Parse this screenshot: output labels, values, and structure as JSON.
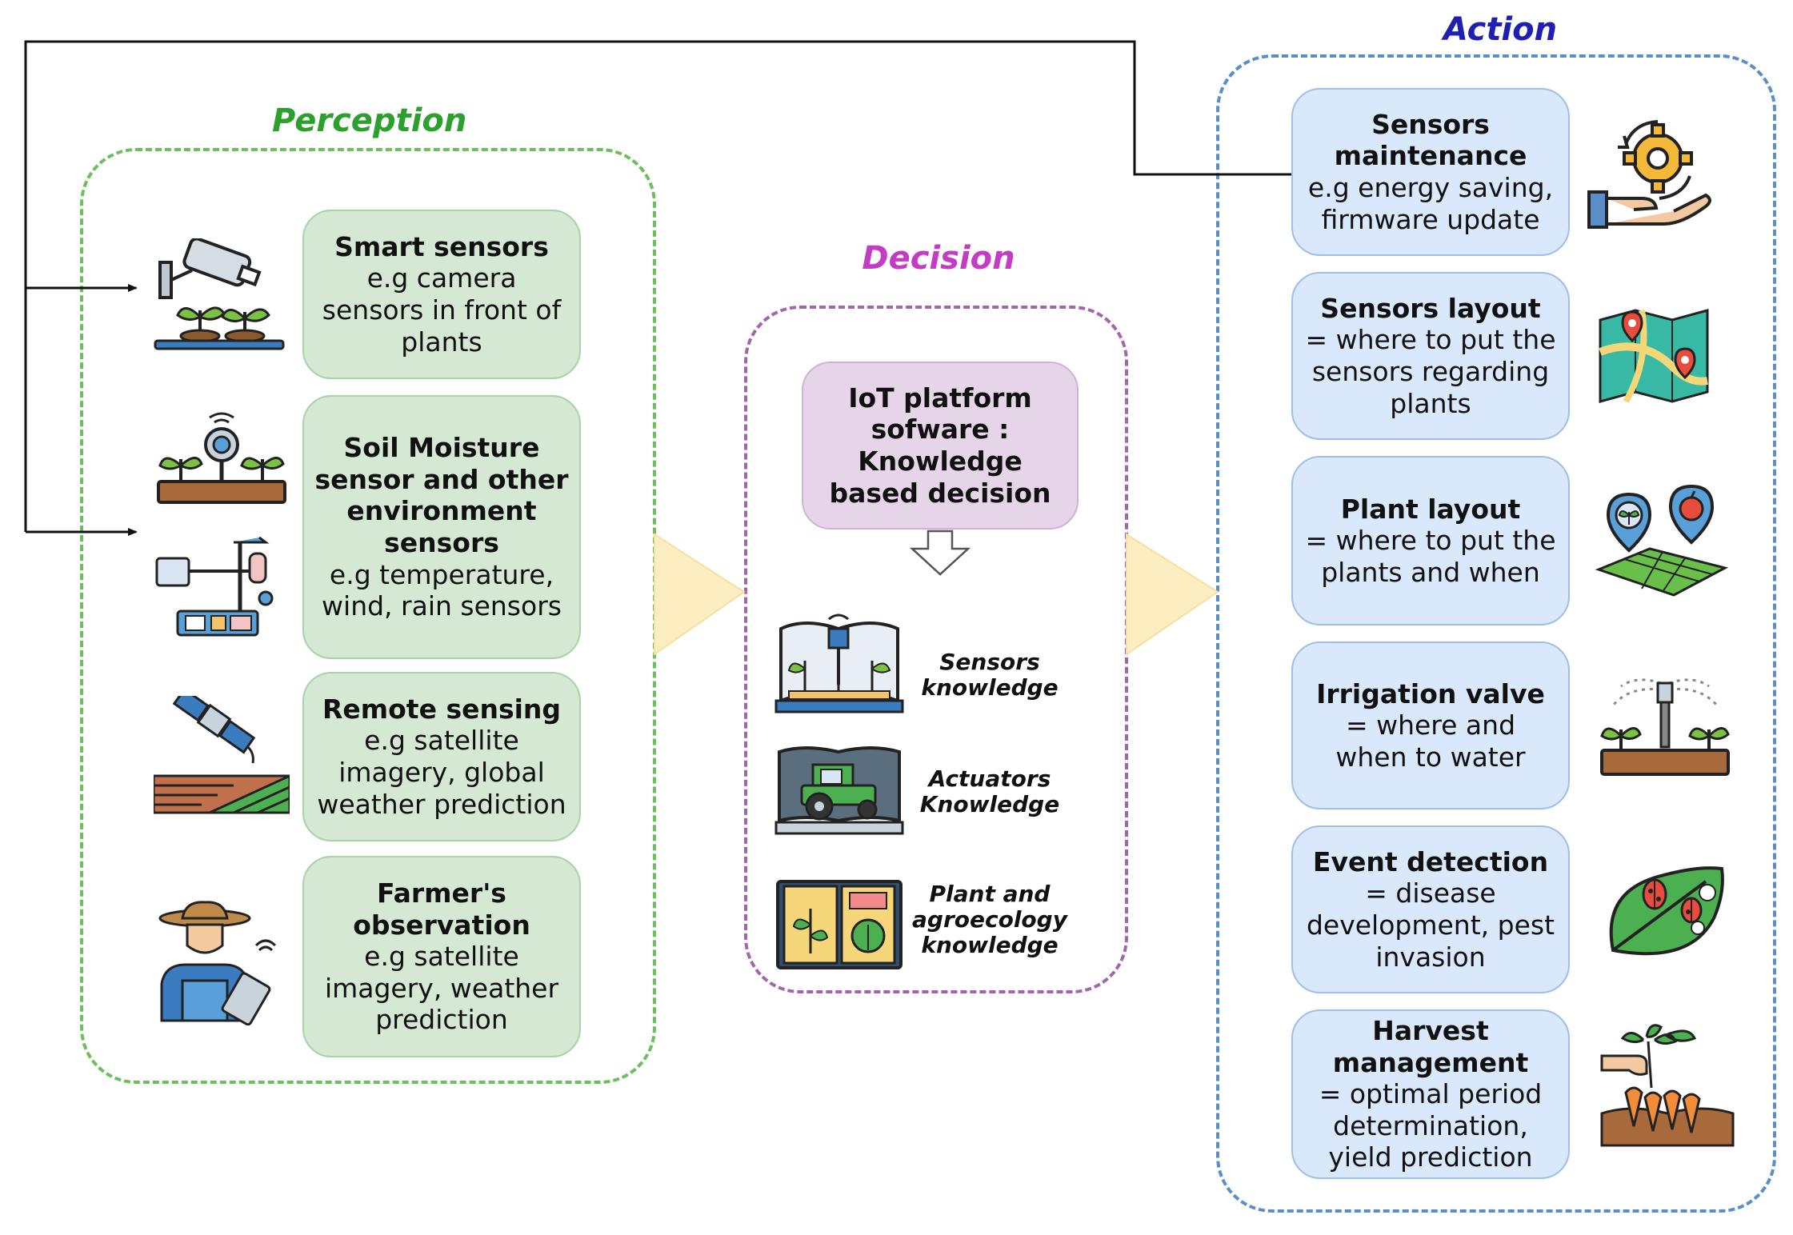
{
  "sections": {
    "perception": {
      "title": "Perception",
      "color": "#2ca02c",
      "items": [
        {
          "title": "Smart sensors",
          "desc": [
            "e.g camera",
            "sensors in front of",
            "plants"
          ],
          "icon": "camera-plants-icon"
        },
        {
          "title": "Soil Moisture sensor and other environment sensors",
          "desc": [
            "e.g temperature,",
            "wind, rain sensors"
          ],
          "icon": "soil-moisture-sensor-icon"
        },
        {
          "title": "Remote sensing",
          "desc": [
            "e.g satellite",
            "imagery, global",
            "weather prediction"
          ],
          "icon": "satellite-field-icon"
        },
        {
          "title": "Farmer's observation",
          "desc": [
            "e.g satellite",
            "imagery, weather",
            "prediction"
          ],
          "icon": "farmer-tablet-icon"
        }
      ]
    },
    "decision": {
      "title": "Decision",
      "color": "#c43bc4",
      "platform": [
        "IoT platform",
        "sofware :",
        "Knowledge",
        "based decision"
      ],
      "knowledge": [
        {
          "label": [
            "Sensors",
            "knowledge"
          ],
          "icon": "sensor-book-icon"
        },
        {
          "label": [
            "Actuators",
            "Knowledge"
          ],
          "icon": "tractor-book-icon"
        },
        {
          "label": [
            "Plant and",
            "agroecology",
            "knowledge"
          ],
          "icon": "plant-book-icon"
        }
      ]
    },
    "action": {
      "title": "Action",
      "color": "#1f1fb4",
      "items": [
        {
          "title": "Sensors maintenance",
          "desc": [
            "e.g energy saving,",
            "firmware update"
          ],
          "icon": "hand-gear-icon"
        },
        {
          "title": "Sensors layout",
          "desc": [
            "= where to put the",
            "sensors regarding",
            "plants"
          ],
          "icon": "map-pins-icon"
        },
        {
          "title": "Plant layout",
          "desc": [
            "= where to put the",
            "plants and when"
          ],
          "icon": "plant-location-icon"
        },
        {
          "title": "Irrigation valve",
          "desc": [
            "= where and",
            "when to water"
          ],
          "icon": "sprinkler-icon"
        },
        {
          "title": "Event detection",
          "desc": [
            "= disease",
            "development, pest",
            "invasion"
          ],
          "icon": "leaf-bugs-icon"
        },
        {
          "title": "Harvest management",
          "desc": [
            "= optimal period",
            "determination,",
            "yield prediction"
          ],
          "icon": "harvest-carrots-icon"
        }
      ]
    }
  },
  "colors": {
    "perception_border": "#6cbf5c",
    "decision_border": "#a366ad",
    "action_border": "#5b8ec9",
    "flow_arrow": "#fdeec2"
  }
}
